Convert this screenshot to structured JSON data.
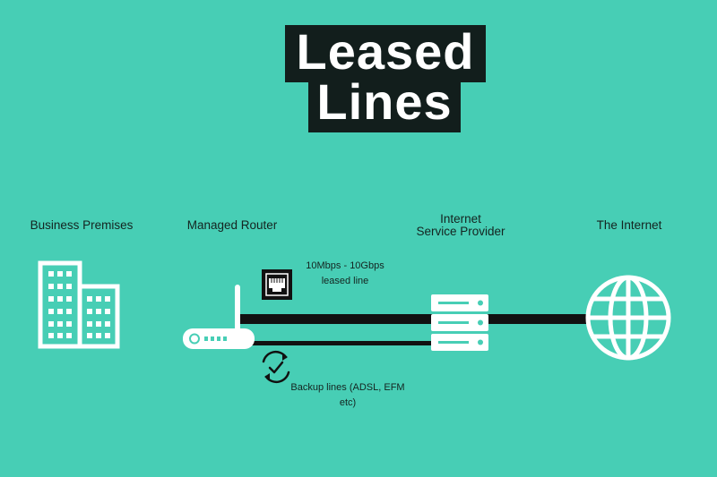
{
  "title": {
    "line1": "Leased",
    "line2": "Lines"
  },
  "nodes": {
    "business_premises": "Business Premises",
    "managed_router": "Managed Router",
    "isp_line1": "Internet",
    "isp_line2": "Service Provider",
    "the_internet": "The Internet"
  },
  "links": {
    "leased_speed": "10Mbps - 10Gbps",
    "leased_label": "leased line",
    "backup_line1": "Backup lines (ADSL, EFM",
    "backup_line2": "etc)"
  },
  "colors": {
    "background": "#47ceb5",
    "title_bg": "#121e1c",
    "icon": "#ffffff",
    "line": "#111111"
  }
}
